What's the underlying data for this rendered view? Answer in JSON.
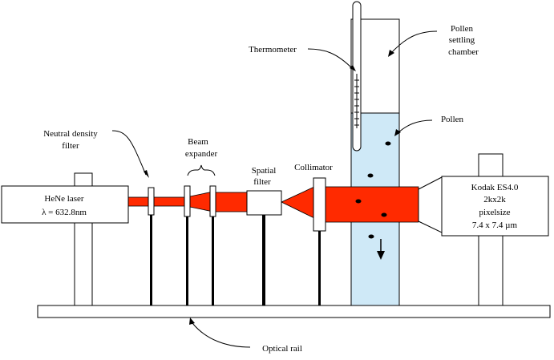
{
  "labels": {
    "laser_line1": "HeNe laser",
    "laser_line2": "λ = 632.8nm",
    "nd_filter_line1": "Neutral density",
    "nd_filter_line2": "filter",
    "beam_expander_line1": "Beam",
    "beam_expander_line2": "expander",
    "spatial_filter_line1": "Spatial",
    "spatial_filter_line2": "filter",
    "collimator": "Collimator",
    "thermometer": "Thermometer",
    "chamber_line1": "Pollen",
    "chamber_line2": "settling",
    "chamber_line3": "chamber",
    "pollen": "Pollen",
    "camera_line1": "Kodak ES4.0",
    "camera_line2": "2kx2k",
    "camera_line3": "pixelsize",
    "camera_line4": "7.4 x 7.4 µm",
    "optical_rail": "Optical rail"
  },
  "colors": {
    "beam": "#ff2a00",
    "chamber_fluid": "#cfe9f7",
    "outline": "#000000"
  }
}
